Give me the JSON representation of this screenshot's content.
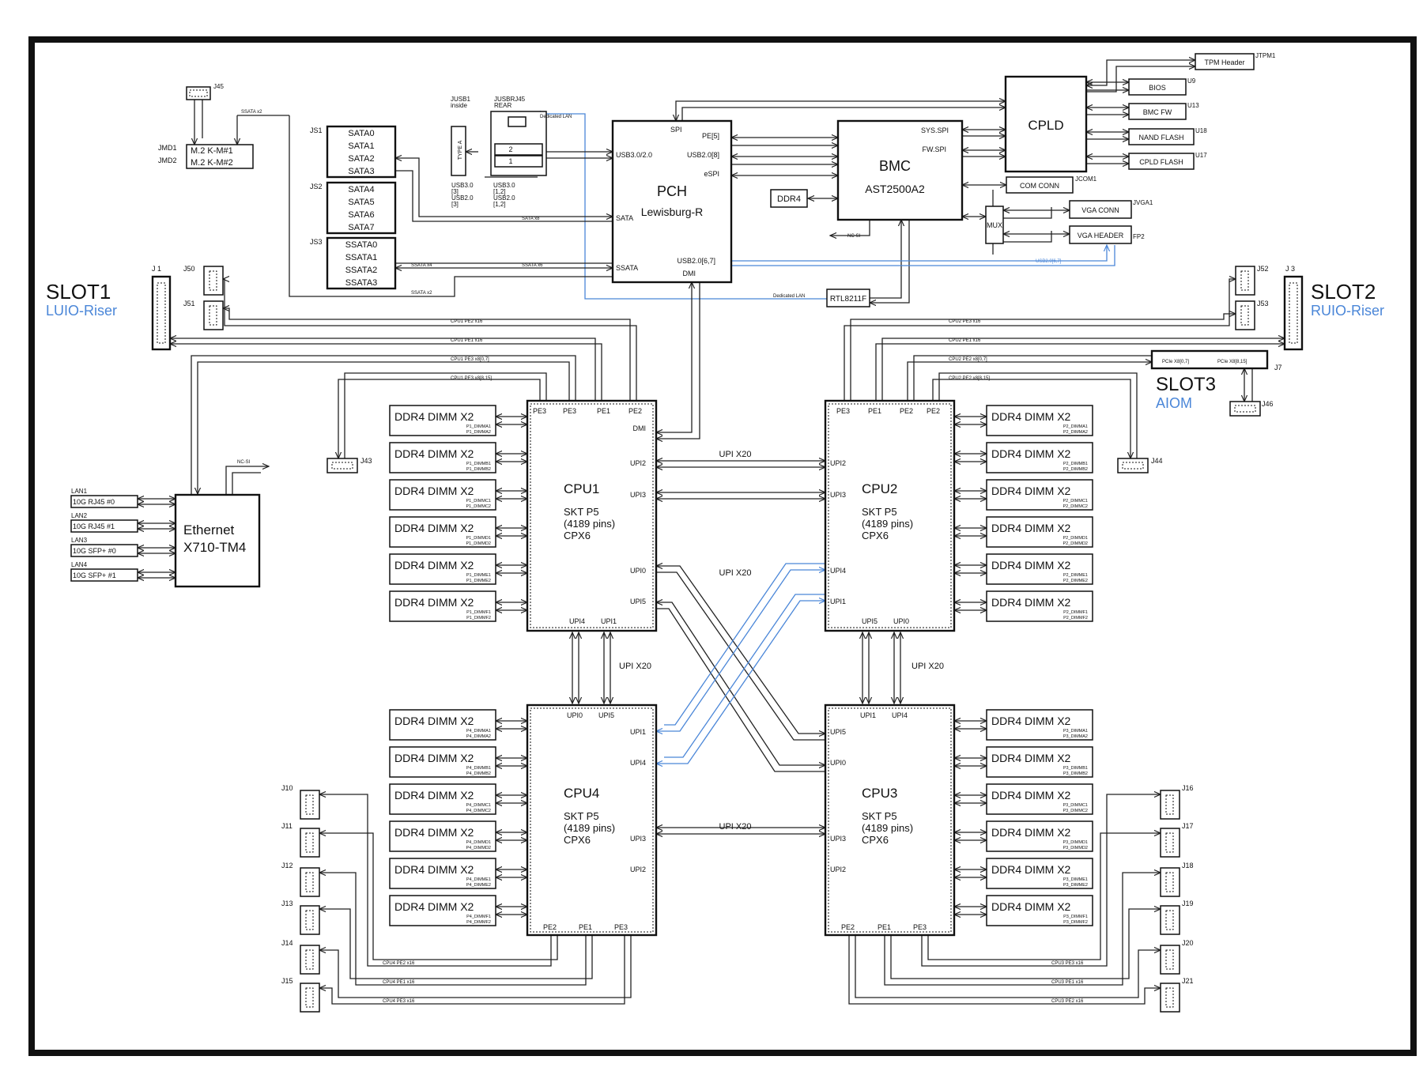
{
  "colors": {
    "line": "#222222",
    "accent": "#4a86d8",
    "frame": "#111111"
  },
  "slots": {
    "slot1": {
      "title": "SLOT1",
      "sub": "LUIO-Riser",
      "conn": "J 1"
    },
    "slot2": {
      "title": "SLOT2",
      "sub": "RUIO-Riser",
      "conn": "J 3"
    },
    "slot3": {
      "title": "SLOT3",
      "sub": "AIOM",
      "conn": "J7",
      "pcie_a": "PCIe X8[0,7]",
      "pcie_b": "PCIe X8[8,15]"
    }
  },
  "pch": {
    "title": "PCH",
    "sub": "Lewisburg-R",
    "ports": [
      "SPI",
      "PE[5]",
      "USB2.0[8]",
      "eSPI",
      "USB3.0/2.0",
      "SATA",
      "SSATA",
      "USB2.0[6,7]",
      "DMI"
    ]
  },
  "bmc": {
    "title": "BMC",
    "sub": "AST2500A2",
    "ports": [
      "SYS.SPI",
      "FW.SPI"
    ],
    "ddr4": "DDR4",
    "ncsi": "NC-SI"
  },
  "cpld": {
    "title": "CPLD"
  },
  "right_devices": [
    {
      "label": "TPM Header",
      "ref": "JTPM1"
    },
    {
      "label": "BIOS",
      "ref": "U9"
    },
    {
      "label": "BMC FW",
      "ref": "U13"
    },
    {
      "label": "NAND FLASH",
      "ref": "U18"
    },
    {
      "label": "CPLD FLASH",
      "ref": "U17"
    },
    {
      "label": "COM CONN",
      "ref": "JCOM1"
    },
    {
      "label": "VGA CONN",
      "ref": "JVGA1"
    },
    {
      "label": "VGA HEADER",
      "ref": "FP2"
    }
  ],
  "mux": "MUX",
  "rtl": "RTL8211F",
  "m2": {
    "slots": [
      "M.2 K-M#1",
      "M.2 K-M#2"
    ],
    "refs": [
      "JMD1",
      "JMD2"
    ],
    "header_ref": "J45",
    "ssata_label": "SSATA x2"
  },
  "sata_groups": [
    {
      "ref": "JS1",
      "ports": [
        "SATA0",
        "SATA1",
        "SATA2",
        "SATA3"
      ]
    },
    {
      "ref": "JS2",
      "ports": [
        "SATA4",
        "SATA5",
        "SATA6",
        "SATA7"
      ]
    },
    {
      "ref": "JS3",
      "ports": [
        "SSATA0",
        "SSATA1",
        "SSATA2",
        "SSATA3"
      ]
    }
  ],
  "usb": {
    "jusb1_ref": "JUSB1",
    "jusb1_note": "inside",
    "jusb1_port": "TYPE A",
    "jusbrj45_ref": "JUSBRJ45",
    "jusbrj45_note": "REAR",
    "port_2": "2",
    "port_1": "1",
    "notes_left": [
      "USB3.0",
      "[3]",
      "USB2.0",
      "[3]"
    ],
    "notes_right": [
      "USB3.0",
      "[1,2]",
      "USB2.0",
      "[1,2]"
    ]
  },
  "bus_labels": {
    "dedicated_lan": "Dedicated LAN",
    "sata_x8": "SATA x8",
    "ssata_x4": "SSATA x4",
    "ssata_x6": "SSATA x6",
    "ssata_x2": "SSATA x2",
    "usb2_67": "USB2.0[6,7]",
    "ncsi": "NC-SI",
    "cpu1_pe2": "CPU1 PE2 x16",
    "cpu1_pe1": "CPU1 PE1 x16",
    "cpu1_pe3a": "CPU1 PE3 x8[0,7]",
    "cpu1_pe3b": "CPU1 PE3 x8[8,15]",
    "cpu2_pe3": "CPU2 PE3 x16",
    "cpu2_pe1": "CPU2 PE1 x16",
    "cpu2_pe2a": "CPU2 PE2 x8[0,7]",
    "cpu2_pe2b": "CPU2 PE2 x8[8,15]",
    "cpu4_pe2": "CPU4 PE2 x16",
    "cpu4_pe1": "CPU4 PE1 x16",
    "cpu4_pe3": "CPU4 PE3 x16",
    "cpu3_pe3": "CPU3 PE3 x16",
    "cpu3_pe1": "CPU3 PE1 x16",
    "cpu3_pe2": "CPU3 PE2 x16"
  },
  "upi_labels": {
    "top": "UPI X20",
    "middle": "UPI X20",
    "bottom": "UPI X20",
    "left": "UPI  X20",
    "right": "UPI  X20"
  },
  "ethernet": {
    "title": "Ethernet",
    "sub": "X710-TM4",
    "ports": [
      {
        "lan": "LAN1",
        "label": "10G RJ45 #0"
      },
      {
        "lan": "LAN2",
        "label": "10G RJ45 #1"
      },
      {
        "lan": "LAN3",
        "label": "10G SFP+ #0"
      },
      {
        "lan": "LAN4",
        "label": "10G SFP+ #1"
      }
    ]
  },
  "cpus": {
    "cpu1": {
      "name": "CPU1",
      "skt": "SKT P5",
      "pins": "(4189 pins)",
      "model": "CPX6",
      "pe": [
        "PE3",
        "PE3",
        "PE1",
        "PE2"
      ],
      "dmi": "DMI",
      "upi_r": [
        "UPI2",
        "UPI3",
        "UPI0",
        "UPI5"
      ],
      "upi_b": [
        "UPI4",
        "UPI1"
      ]
    },
    "cpu2": {
      "name": "CPU2",
      "skt": "SKT P5",
      "pins": "(4189 pins)",
      "model": "CPX6",
      "pe": [
        "PE3",
        "PE1",
        "PE2",
        "PE2"
      ],
      "upi_l": [
        "UPI2",
        "UPI3",
        "UPI4",
        "UPI1"
      ],
      "upi_b": [
        "UPI5",
        "UPI0"
      ]
    },
    "cpu3": {
      "name": "CPU3",
      "skt": "SKT P5",
      "pins": "(4189 pins)",
      "model": "CPX6",
      "pe": [
        "PE2",
        "PE1",
        "PE3"
      ],
      "upi_l": [
        "UPI5",
        "UPI0",
        "UPI3",
        "UPI2"
      ],
      "upi_t": [
        "UPI1",
        "UPI4"
      ]
    },
    "cpu4": {
      "name": "CPU4",
      "skt": "SKT P5",
      "pins": "(4189 pins)",
      "model": "CPX6",
      "pe": [
        "PE2",
        "PE1",
        "PE3"
      ],
      "upi_r": [
        "UPI1",
        "UPI4",
        "UPI3",
        "UPI2"
      ],
      "upi_t": [
        "UPI0",
        "UPI5"
      ]
    }
  },
  "dimm_label": "DDR4 DIMM X2",
  "dimm_channels": [
    "A",
    "B",
    "C",
    "D",
    "E",
    "F"
  ],
  "headers": {
    "j50": "J50",
    "j51": "J51",
    "j52": "J52",
    "j53": "J53",
    "j43": "J43",
    "j44": "J44",
    "j46": "J46",
    "left_bottom": [
      "J10",
      "J11",
      "J12",
      "J13",
      "J14",
      "J15"
    ],
    "right_bottom": [
      "J16",
      "J17",
      "J18",
      "J19",
      "J20",
      "J21"
    ]
  }
}
